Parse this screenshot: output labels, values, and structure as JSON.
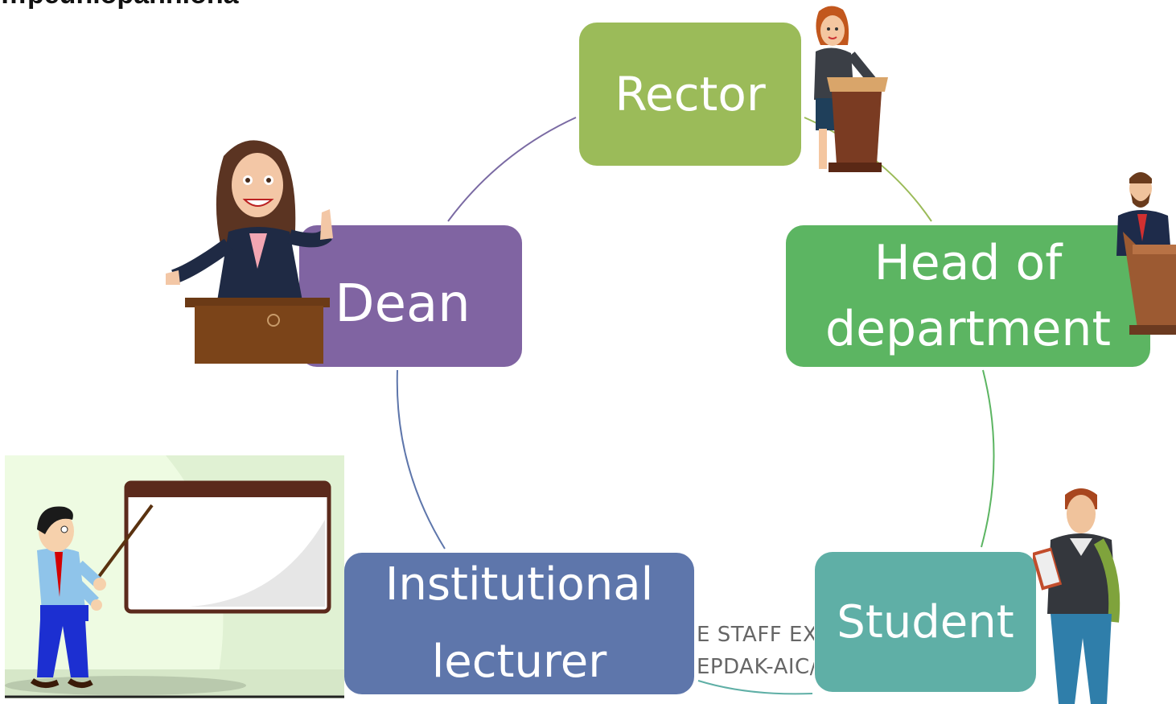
{
  "page": {
    "clipped_title": "…peuniopanniona"
  },
  "nodes": {
    "rector": {
      "label": "Rector",
      "color": "#9bbb59"
    },
    "dean": {
      "label": "Dean",
      "color": "#8064a2"
    },
    "head_of_department": {
      "line1": "Head of",
      "line2": "department",
      "color": "#5cb562"
    },
    "institutional_lecturer": {
      "line1": "Institutional",
      "line2": "lecturer",
      "color": "#5e76ab"
    },
    "student": {
      "label": "Student",
      "color": "#5fafa6"
    }
  },
  "background_text": {
    "line1": "E STAFF EXC",
    "line2": "EPDAK-AIC/"
  },
  "connectors": [
    "rector-to-head",
    "head-to-student",
    "student-to-lecturer",
    "lecturer-to-dean",
    "dean-to-rector"
  ],
  "illustrations": [
    "woman-at-podium",
    "dean-woman-at-podium",
    "bearded-man-at-podium",
    "student-with-backpack",
    "teacher-at-whiteboard"
  ]
}
